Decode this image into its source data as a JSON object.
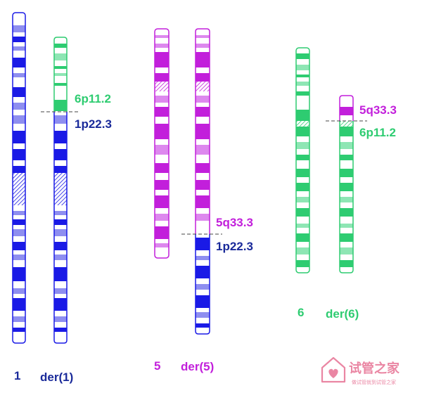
{
  "colors": {
    "blue": "#1a1ae6",
    "blue_light": "#8e8ef0",
    "magenta": "#c21fdb",
    "magenta_light": "#dd88ee",
    "green": "#2ecc71",
    "green_light": "#8ee6b4",
    "dark_blue_text": "#1a2a9a",
    "watermark": "#e87a9a"
  },
  "chromosomes": [
    {
      "id": "chr1",
      "label": "1",
      "color": "blue"
    },
    {
      "id": "der1",
      "label": "der(1)",
      "color": "mixed-green-blue"
    },
    {
      "id": "chr5",
      "label": "5",
      "color": "magenta"
    },
    {
      "id": "der5",
      "label": "der(5)",
      "color": "mixed-magenta-blue"
    },
    {
      "id": "chr6",
      "label": "6",
      "color": "green"
    },
    {
      "id": "der6",
      "label": "der(6)",
      "color": "mixed-magenta-green"
    }
  ],
  "breakpoint_labels": {
    "der1_top": "6p11.2",
    "der1_bottom": "1p22.3",
    "der5_top": "5q33.3",
    "der5_bottom": "1p22.3",
    "der6_top": "5q33.3",
    "der6_bottom": "6p11.2"
  },
  "watermark": {
    "title": "试管之家",
    "subtitle": "做试管就到试管之家",
    "icon": "house-heart-icon"
  }
}
